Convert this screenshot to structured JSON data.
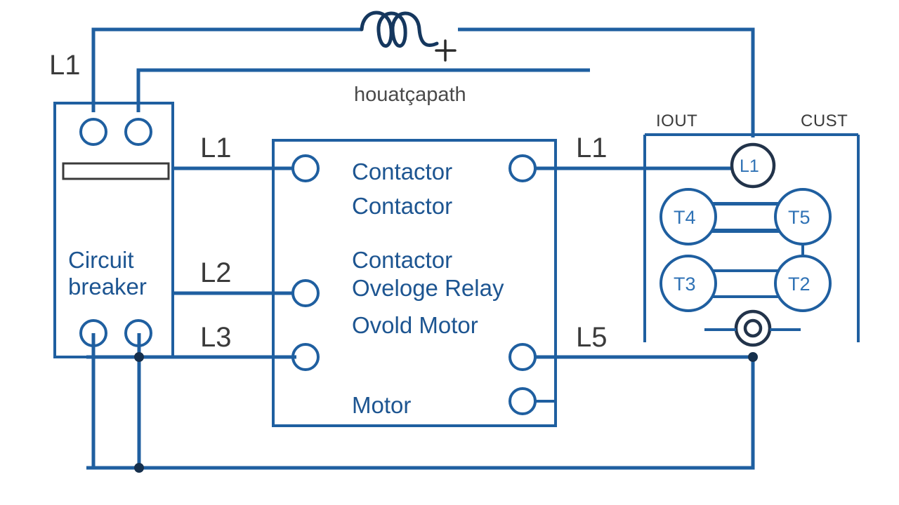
{
  "diagram": {
    "title": "Three-phase motor starter wiring diagram",
    "colors": {
      "wire_blue": "#1f5fa0",
      "coil_navy": "#15375e",
      "label_dark": "#3b3b3b",
      "label_blue": "#1d5591",
      "terminal_fill": "#ffffff",
      "junction_dot": "#16304d",
      "background": "#ffffff"
    }
  },
  "labels": {
    "supply_l1": "L1",
    "control_path": "houatçapath",
    "phase_l1": "L1",
    "phase_l2": "L2",
    "phase_l3": "L3",
    "out_l1": "L1",
    "out_l5": "L5",
    "iout": "IOUT",
    "cust": "CUST"
  },
  "breaker": {
    "name": "circuit-breaker",
    "label_line1": "Circuit",
    "label_line2": "breaker",
    "top_terminals": 2,
    "bottom_terminals": 2
  },
  "contactor_box": {
    "name": "contactor-overload-motor",
    "text_lines": [
      "Contactor",
      "Contactor",
      "Contactor",
      "Oveloge Relay",
      "Ovold Motor",
      "Motor"
    ],
    "left_terminals": 3,
    "right_terminals": 3
  },
  "motor_box": {
    "name": "motor-terminal-box",
    "header_left": "IOUT",
    "header_right": "CUST",
    "terminals": [
      {
        "id": "L1",
        "name": "terminal-l1"
      },
      {
        "id": "T4",
        "name": "terminal-t4"
      },
      {
        "id": "T5",
        "name": "terminal-t5"
      },
      {
        "id": "T3",
        "name": "terminal-t3"
      },
      {
        "id": "T2",
        "name": "terminal-t2"
      }
    ],
    "ground_terminal": "ground-terminal"
  },
  "coil": {
    "name": "control-coil",
    "loops": 3,
    "marker": "+"
  }
}
